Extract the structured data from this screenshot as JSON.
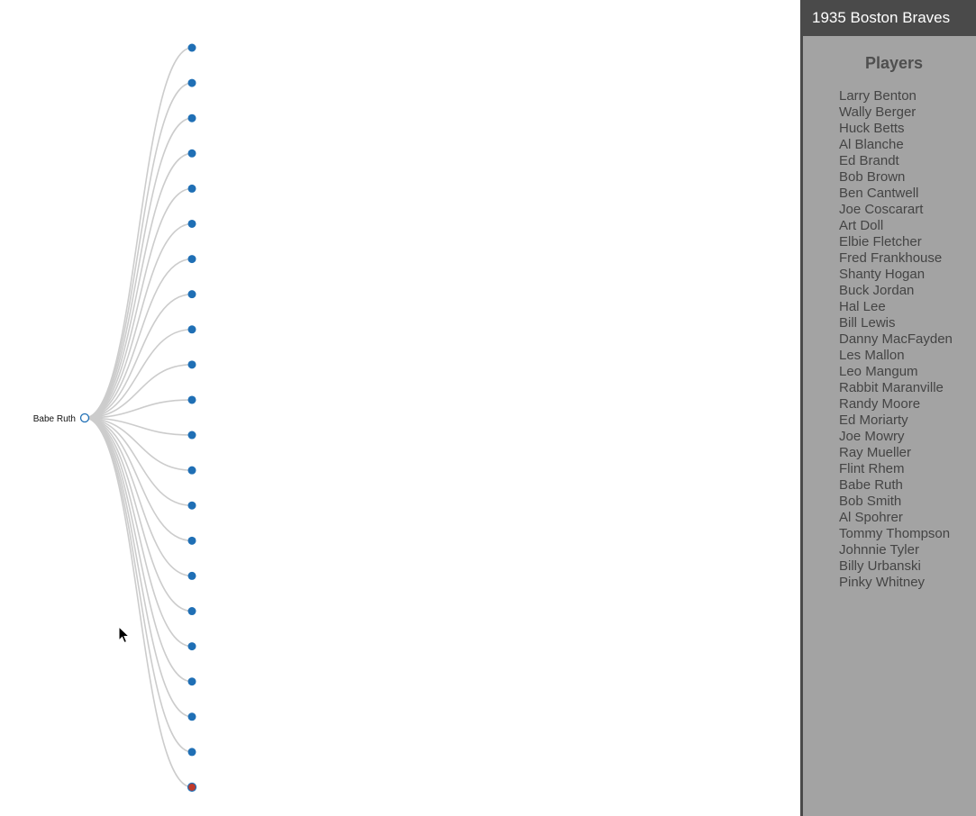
{
  "tree": {
    "root_label": "Babe Ruth",
    "child_count": 22,
    "colors": {
      "link": "#cccccc",
      "node_fill": "#1f6fb5",
      "root_stroke": "#1f6fb5",
      "highlight_node_fill": "#c0392b"
    },
    "highlighted_child_index": 21
  },
  "sidebar": {
    "team_title": "1935 Boston Braves",
    "section_title": "Players",
    "players": [
      "Larry Benton",
      "Wally Berger",
      "Huck Betts",
      "Al Blanche",
      "Ed Brandt",
      "Bob Brown",
      "Ben Cantwell",
      "Joe Coscarart",
      "Art Doll",
      "Elbie Fletcher",
      "Fred Frankhouse",
      "Shanty Hogan",
      "Buck Jordan",
      "Hal Lee",
      "Bill Lewis",
      "Danny MacFayden",
      "Les Mallon",
      "Leo Mangum",
      "Rabbit Maranville",
      "Randy Moore",
      "Ed Moriarty",
      "Joe Mowry",
      "Ray Mueller",
      "Flint Rhem",
      "Babe Ruth",
      "Bob Smith",
      "Al Spohrer",
      "Tommy Thompson",
      "Johnnie Tyler",
      "Billy Urbanski",
      "Pinky Whitney"
    ]
  }
}
